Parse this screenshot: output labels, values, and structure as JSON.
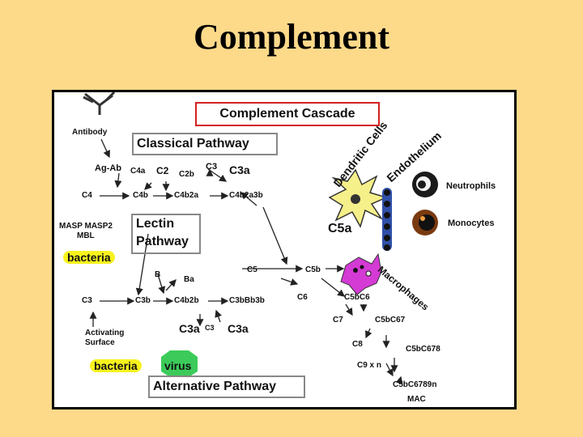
{
  "title": "Complement",
  "diagram": {
    "header": "Complement Cascade",
    "pathways": {
      "classical": "Classical Pathway",
      "lectin": "Lectin\nPathway",
      "alternative": "Alternative Pathway"
    },
    "labels": {
      "antibody": "Antibody",
      "ag_ab": "Ag-Ab",
      "c4a": "C4a",
      "c2": "C2",
      "c2b": "C2b",
      "c3_top": "C3",
      "c3a_top": "C3a",
      "c4": "C4",
      "c4b": "C4b",
      "c4b2a": "C4b2a",
      "c4b2a3b": "C4b2a3b",
      "masp": "MASP MASP2",
      "mbl": "MBL",
      "bacteria1": "bacteria",
      "b": "B",
      "ba": "Ba",
      "c5": "C5",
      "c5b": "C5b",
      "c3": "C3",
      "c3b": "C3b",
      "c4b2b": "C4b2b",
      "c3bbb3b": "C3bBb3b",
      "c6": "C6",
      "c5bc6": "C5bC6",
      "c7": "C7",
      "c5bc67": "C5bC67",
      "activating": "Activating\nSurface",
      "c3a_bottom": "C3a",
      "c3_bottom": "C3",
      "c3a_bottom2": "C3a",
      "c8": "C8",
      "c5bc678": "C5bC678",
      "bacteria2": "bacteria",
      "virus": "virus",
      "c9xn": "C9 x n",
      "c5bc6789n": "C5bC6789n",
      "mac": "MAC",
      "c5a": "C5a",
      "neutrophils": "Neutrophils",
      "monocytes": "Monocytes",
      "dendritic": "Dendritic Cells",
      "endothelium": "Endothelium",
      "macrophages": "Macrophages"
    },
    "colors": {
      "background": "#FDD98A",
      "highlight": "#F7F21E",
      "virus": "#3CCB5A",
      "header_border": "#D42020",
      "endothelium": "#3050A8",
      "macrophage": "#D43AD4",
      "dendritic": "#F6F08A"
    }
  }
}
